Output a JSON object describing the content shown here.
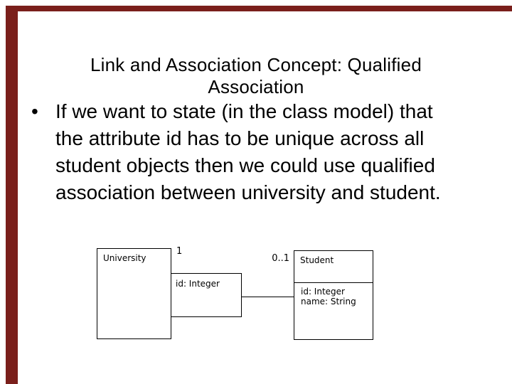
{
  "frame": {
    "color": "#7a1f1b"
  },
  "slide": {
    "title": {
      "line1": "Link and Association Concept: Qualified",
      "line2": "Association"
    },
    "bullet": {
      "marker": "•",
      "lines": [
        "If we want to state (in the class model) that",
        "the attribute id has to be unique across all",
        "student objects then we could use qualified",
        "association between university and student."
      ]
    }
  },
  "diagram": {
    "type": "uml-class-diagram",
    "university_class": {
      "name": "University"
    },
    "qualifier": {
      "attribute": "id: Integer"
    },
    "association": {
      "multiplicity_university_end": "1",
      "multiplicity_student_end": "0..1"
    },
    "student_class": {
      "name": "Student",
      "attributes": [
        "id: Integer",
        "name: String"
      ]
    }
  }
}
